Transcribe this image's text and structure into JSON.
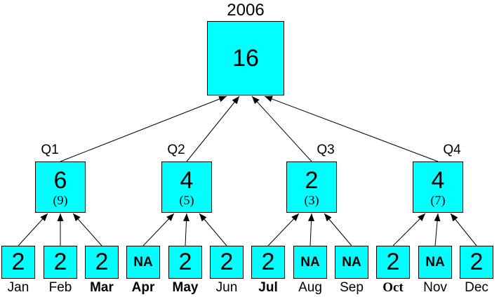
{
  "title": "2006",
  "root": {
    "value": "16"
  },
  "quarters": [
    {
      "label": "Q1",
      "value": "6",
      "sub": "(9)"
    },
    {
      "label": "Q2",
      "value": "4",
      "sub": "(5)"
    },
    {
      "label": "Q3",
      "value": "2",
      "sub": "(3)"
    },
    {
      "label": "Q4",
      "value": "4",
      "sub": "(7)"
    }
  ],
  "months": [
    {
      "label": "Jan",
      "value": "2",
      "bold": false,
      "serif": false
    },
    {
      "label": "Feb",
      "value": "2",
      "bold": false,
      "serif": false
    },
    {
      "label": "Mar",
      "value": "2",
      "bold": true,
      "serif": false
    },
    {
      "label": "Apr",
      "value": "NA",
      "bold": true,
      "serif": false
    },
    {
      "label": "May",
      "value": "2",
      "bold": true,
      "serif": false
    },
    {
      "label": "Jun",
      "value": "2",
      "bold": false,
      "serif": false
    },
    {
      "label": "Jul",
      "value": "2",
      "bold": true,
      "serif": false
    },
    {
      "label": "Aug",
      "value": "NA",
      "bold": false,
      "serif": false
    },
    {
      "label": "Sep",
      "value": "NA",
      "bold": false,
      "serif": false
    },
    {
      "label": "Oct",
      "value": "2",
      "bold": true,
      "serif": true
    },
    {
      "label": "Nov",
      "value": "NA",
      "bold": false,
      "serif": false
    },
    {
      "label": "Dec",
      "value": "2",
      "bold": false,
      "serif": false
    }
  ],
  "colors": {
    "node_fill": "#00FFFF",
    "node_border": "#000000",
    "line": "#000000",
    "background": "#FFFFFF",
    "text": "#000000"
  }
}
